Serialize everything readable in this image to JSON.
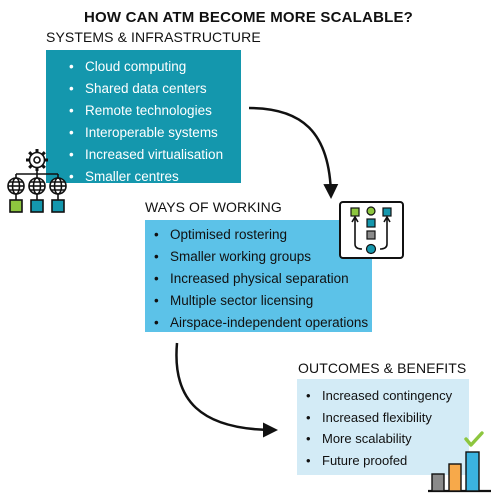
{
  "title": "HOW CAN ATM BECOME MORE SCALABLE?",
  "sections": {
    "systems": {
      "heading": "SYSTEMS & INFRASTRUCTURE",
      "items": [
        "Cloud computing",
        "Shared data centers",
        "Remote technologies",
        "Interoperable systems",
        "Increased virtualisation",
        "Smaller centres"
      ]
    },
    "ways": {
      "heading": "WAYS OF WORKING",
      "items": [
        "Optimised rostering",
        "Smaller working groups",
        "Increased physical separation",
        "Multiple sector licensing",
        "Airspace-independent operations"
      ]
    },
    "outcomes": {
      "heading": "OUTCOMES & BENEFITS",
      "items": [
        "Increased contingency",
        "Increased flexibility",
        "More scalability",
        "Future proofed"
      ]
    }
  },
  "colors": {
    "systems_box": "#1497ad",
    "ways_box": "#5cc2e8",
    "outcomes_box": "#d3ebf6",
    "icon_green": "#8dc63f",
    "icon_teal": "#1497ad",
    "bar_gray": "#8a8a8a",
    "bar_orange": "#f7a94a",
    "bar_blue": "#3bb3e0"
  },
  "icons": [
    "network-gear-icon",
    "workflow-icon",
    "bar-chart-check-icon"
  ]
}
